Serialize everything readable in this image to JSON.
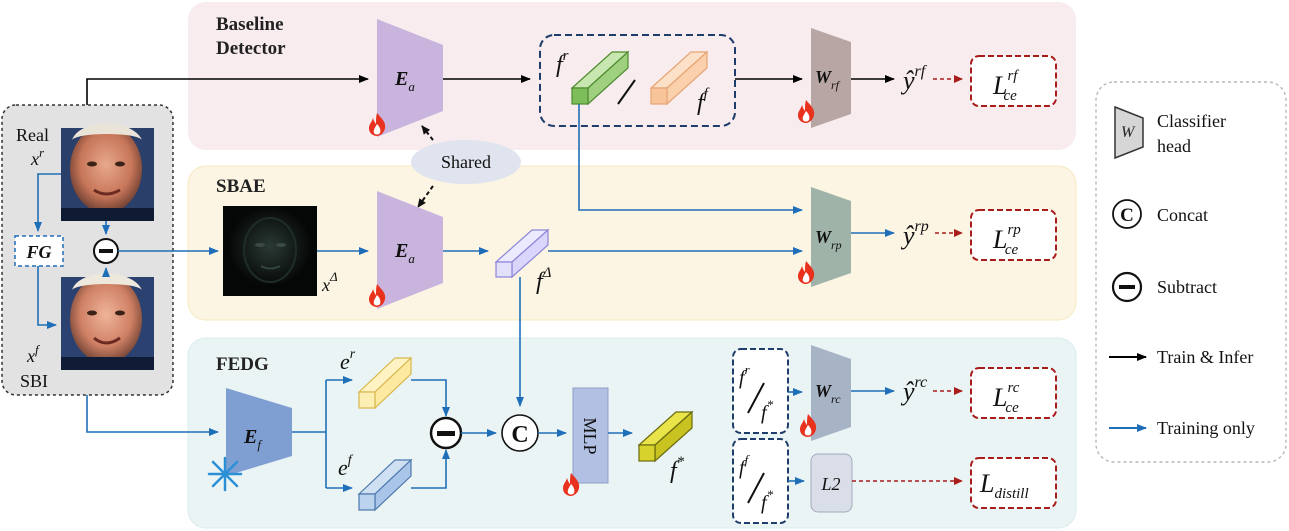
{
  "panels": {
    "baseline": {
      "title_line1": "Baseline",
      "title_line2": "Detector",
      "bg": "#f8ecee"
    },
    "sbae": {
      "title": "SBAE",
      "bg": "#fdf5e4"
    },
    "fedg": {
      "title": "FEDG",
      "bg": "#eaf4f4"
    }
  },
  "input": {
    "real_label": "Real",
    "real_var": "x",
    "real_sup": "r",
    "fake_var": "x",
    "fake_sup": "f",
    "sbi_label": "SBI",
    "fg_label": "FG"
  },
  "modules": {
    "encoder_a": {
      "name": "E",
      "sub": "a",
      "color": "#c9b4dd"
    },
    "encoder_f": {
      "name": "E",
      "sub": "f",
      "color": "#7f9fd2"
    },
    "w_rf": {
      "name": "W",
      "sub": "rf",
      "color": "#b8a6a4"
    },
    "w_rp": {
      "name": "W",
      "sub": "rp",
      "color": "#9fb3a8"
    },
    "w_rc": {
      "name": "W",
      "sub": "rc",
      "color": "#a7b4c6"
    },
    "mlp_label": "MLP",
    "l2_label": "L2",
    "shared_label": "Shared",
    "concat_symbol": "C"
  },
  "features": {
    "f_r": {
      "var": "f",
      "sup": "r"
    },
    "f_f": {
      "var": "f",
      "sup": "f"
    },
    "f_delta": {
      "var": "f",
      "sup": "Δ"
    },
    "x_delta": {
      "var": "x",
      "sup": "Δ"
    },
    "e_r": {
      "var": "e",
      "sup": "r"
    },
    "e_f": {
      "var": "e",
      "sup": "f"
    },
    "f_star": {
      "var": "f",
      "sup": "*"
    }
  },
  "outputs": {
    "y_rf": {
      "var": "ŷ",
      "sup": "rf"
    },
    "y_rp": {
      "var": "ŷ",
      "sup": "rp"
    },
    "y_rc": {
      "var": "ŷ",
      "sup": "rc"
    },
    "l_rf": {
      "var": "L",
      "sup": "rf",
      "sub": "ce"
    },
    "l_rp": {
      "var": "L",
      "sup": "rp",
      "sub": "ce"
    },
    "l_rc": {
      "var": "L",
      "sup": "rc",
      "sub": "ce"
    },
    "l_distill": {
      "var": "L",
      "sub": "distill"
    }
  },
  "legend": {
    "classifier_line1": "Classifier",
    "classifier_line2": "head",
    "classifier_icon": "W",
    "concat": "Concat",
    "subtract": "Subtract",
    "train_infer": "Train & Infer",
    "training_only": "Training only"
  },
  "colors": {
    "black_arrow": "#000000",
    "blue_arrow": "#1f6fb8",
    "loss_border": "#a81c1c",
    "dashed_box": "#1f3d6b",
    "fire": "#e8321e",
    "snow": "#2b8fd6"
  }
}
